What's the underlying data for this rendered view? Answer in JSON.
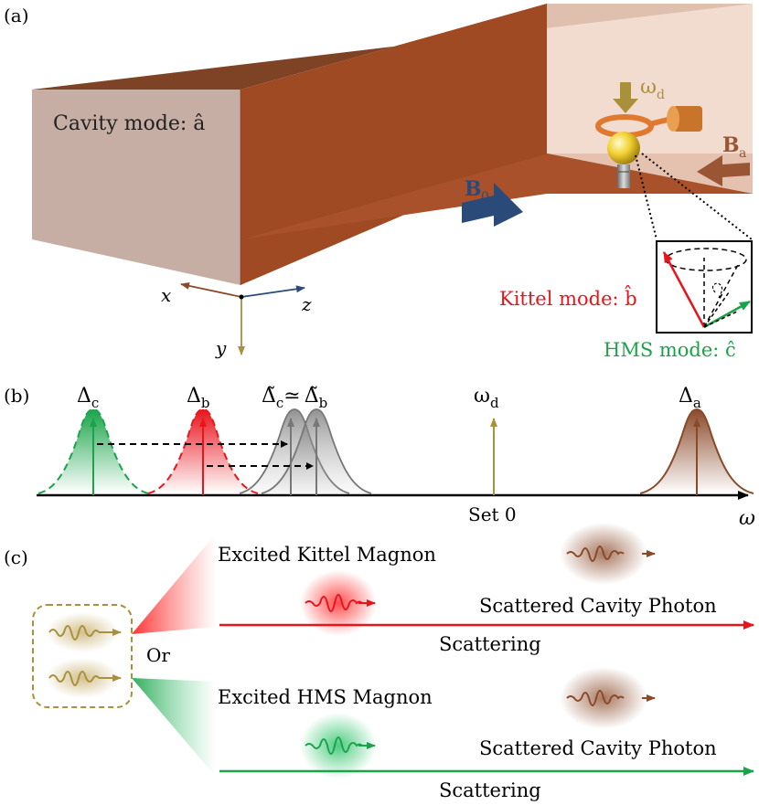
{
  "panel_a": {
    "label": "(a)",
    "cavity_mode_label": "Cavity mode: â",
    "omega_d_label": "ω",
    "omega_d_sub": "d",
    "B0_label": "B",
    "B0_sub": "0",
    "Ba_label": "B",
    "Ba_sub": "a",
    "axis_x": "x",
    "axis_y": "y",
    "axis_z": "z",
    "kittel_mode_label": "Kittel mode: b̂",
    "hms_mode_label": "HMS mode: ĉ",
    "colors": {
      "cavity_front": "#a8512a",
      "cavity_top": "#7e4325",
      "cavity_glass": "#d7b6a6",
      "b0_arrow": "#2a4a7a",
      "ba_arrow": "#9a5535",
      "omega_d_arrow": "#a8913a"
    }
  },
  "panel_b": {
    "label": "(b)",
    "delta_c": "Δ",
    "delta_c_sub": "c",
    "delta_b": "Δ",
    "delta_b_sub": "b",
    "delta_tilde_c": "Δ̃",
    "delta_tilde_c_sub": "c",
    "approx": "≃",
    "delta_tilde_b": "Δ̃",
    "delta_tilde_b_sub": "b",
    "omega_d": "ω",
    "omega_d_sub": "d",
    "delta_a": "Δ",
    "delta_a_sub": "a",
    "set_zero": "Set 0",
    "omega_axis": "ω",
    "colors": {
      "hms": "#1aa34a",
      "kittel": "#e8141c",
      "shifted": "#888888",
      "drive": "#a8913a",
      "cavity": "#8a4a2a"
    }
  },
  "panel_c": {
    "label": "(c)",
    "or_label": "Or",
    "excited_kittel": "Excited Kittel Magnon",
    "scattered_photon_1": "Scattered Cavity Photon",
    "scattering_1": "Scattering",
    "excited_hms": "Excited HMS Magnon",
    "scattered_photon_2": "Scattered Cavity Photon",
    "scattering_2": "Scattering",
    "colors": {
      "kittel": "#e8141c",
      "hms": "#1aa34a",
      "photon": "#8a4a2a",
      "drive": "#a8913a"
    }
  }
}
